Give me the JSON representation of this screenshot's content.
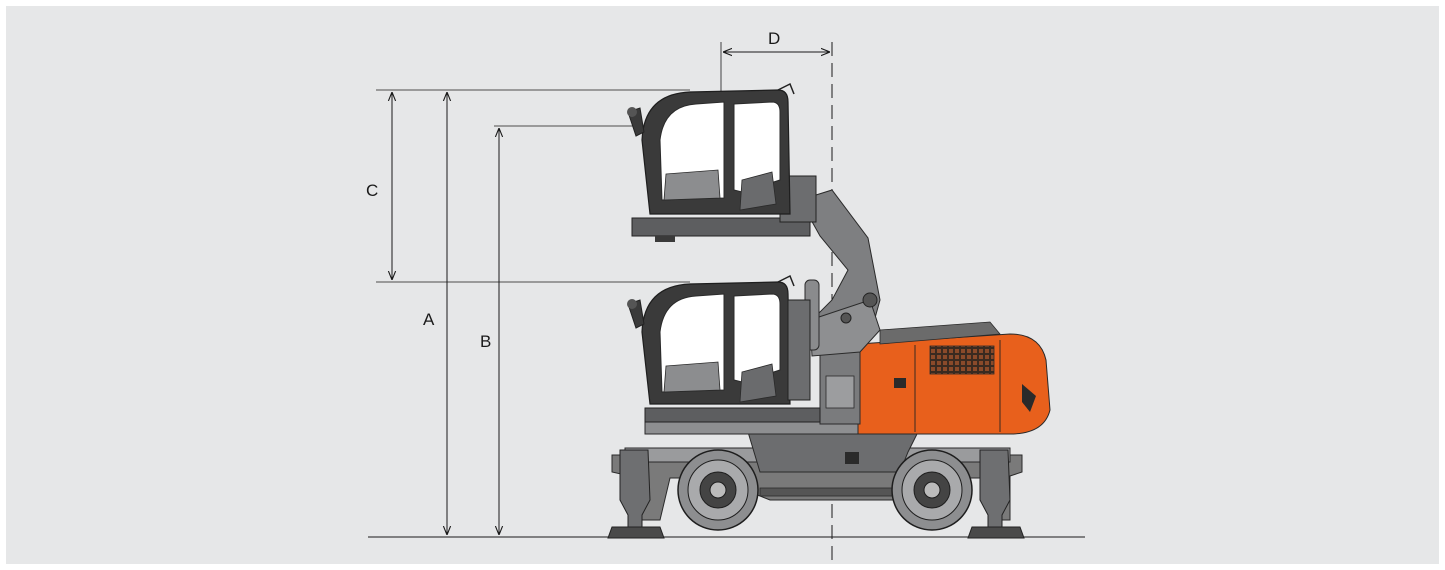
{
  "diagram": {
    "labels": {
      "a": "A",
      "b": "B",
      "c": "C",
      "d": "D"
    },
    "colors": {
      "background": "#e6e7e8",
      "body_orange": "#e8601c",
      "dark_grey": "#3a3a3a",
      "mid_grey": "#7a7a7a",
      "light_grey": "#b9babc",
      "line": "#1a1a1a"
    },
    "icons": [
      "raised-cab-icon",
      "lowered-cab-icon",
      "cab-riser-boom-icon",
      "engine-housing-icon",
      "undercarriage-icon",
      "wheel-icon",
      "outrigger-icon"
    ]
  }
}
